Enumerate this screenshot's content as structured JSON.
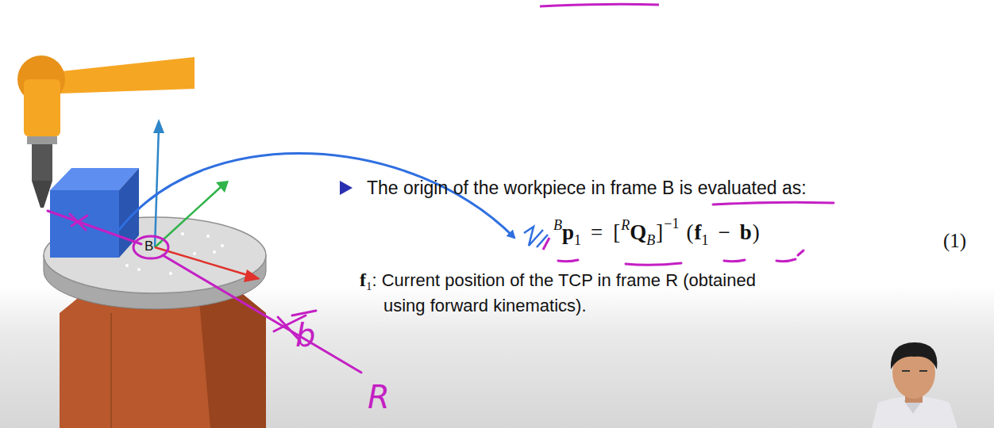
{
  "diagram": {
    "labels": [
      "The origin of the workpiece in frame B is evaluated as:",
      "B",
      "p",
      "1",
      "=",
      "[",
      "R",
      "Q",
      "B",
      "]",
      "−1",
      "(",
      "f",
      "1",
      "−",
      "b",
      ")",
      "(1)",
      "f",
      "1",
      ": Current position of the TCP in frame R (obtained using forward kinematics).",
      "B",
      "b",
      "R"
    ]
  }
}
